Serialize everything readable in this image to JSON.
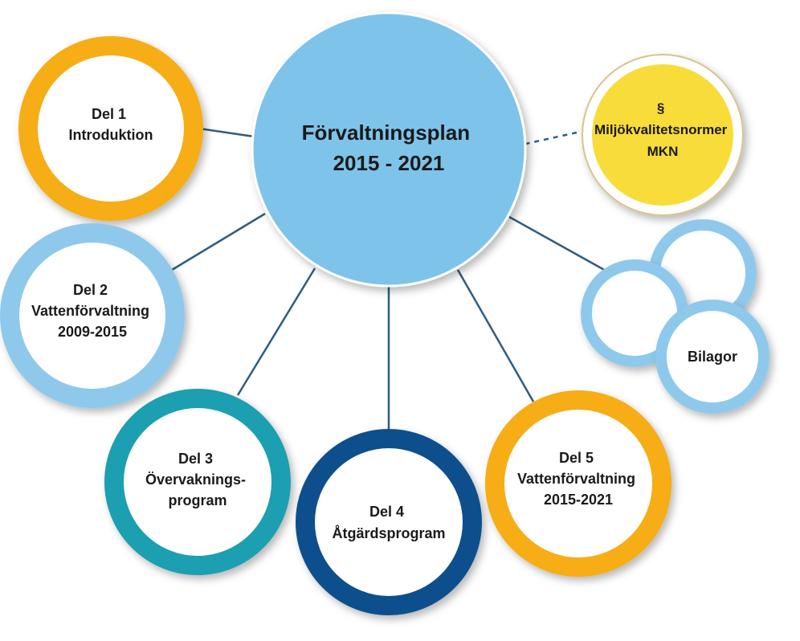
{
  "center": {
    "lines": [
      "Förvaltningsplan",
      "2015 - 2021"
    ],
    "color": "#7ec3ea"
  },
  "parts": [
    {
      "id": "del1",
      "lines": [
        "Del 1",
        "Introduktion"
      ],
      "ring_color": "#f6ad17"
    },
    {
      "id": "del2",
      "lines": [
        "Del 2",
        "Vattenförvaltning",
        "2009-2015"
      ],
      "ring_color": "#8ec9ec"
    },
    {
      "id": "del3",
      "lines": [
        "Del 3",
        "Övervaknings-",
        "program"
      ],
      "ring_color": "#1f9fb1"
    },
    {
      "id": "del4",
      "lines": [
        "Del 4",
        "Åtgärdsprogram"
      ],
      "ring_color": "#0a4f8c"
    },
    {
      "id": "del5",
      "lines": [
        "Del 5",
        "Vattenförvaltning",
        "2015-2021"
      ],
      "ring_color": "#f6ad17"
    }
  ],
  "mkn": {
    "lines": [
      "§",
      "Miljökvalitetsnormer",
      "MKN"
    ],
    "fill_color": "#f8dc3a"
  },
  "bilagor": {
    "lines": [
      "Bilagor"
    ],
    "ring_color": "#8ec9ec"
  },
  "connector_color": "#2d5c82"
}
